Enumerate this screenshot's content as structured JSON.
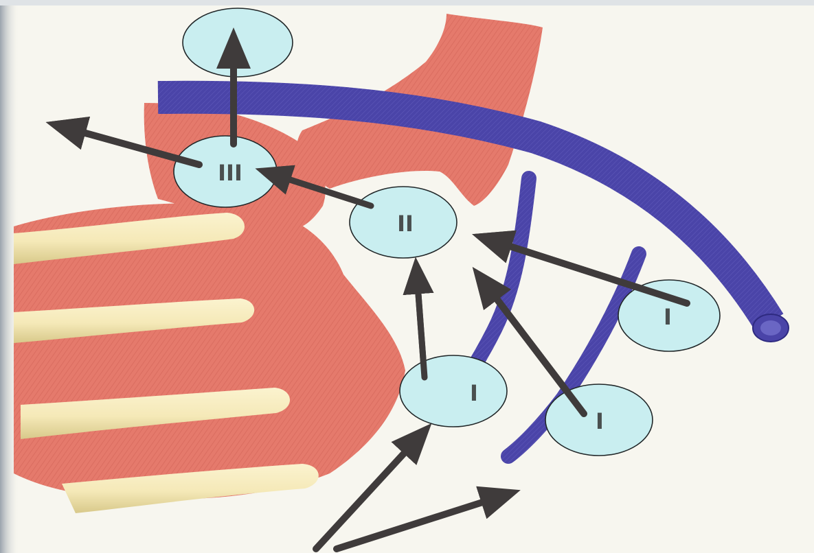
{
  "colors": {
    "page_background": "#f7f6ef",
    "muscle": "#e57a6c",
    "muscle_striation": "#c8574c",
    "vein": "#4a44a8",
    "vein_highlight": "#6a66c4",
    "rib": "#f5e9b8",
    "rib_shadow": "#d8c98a",
    "node_oval_fill": "#c9eef0",
    "node_oval_stroke": "#202628",
    "arrow": "#3f3b3b",
    "label_text": "#4a4f4f"
  },
  "node_levels": [
    {
      "id": "level-iii",
      "label": "III"
    },
    {
      "id": "level-ii",
      "label": "II"
    },
    {
      "id": "level-i-right",
      "label": "I"
    },
    {
      "id": "level-i-lower-right",
      "label": "I"
    },
    {
      "id": "level-i-center",
      "label": "I"
    },
    {
      "id": "level-top",
      "label": ""
    }
  ]
}
